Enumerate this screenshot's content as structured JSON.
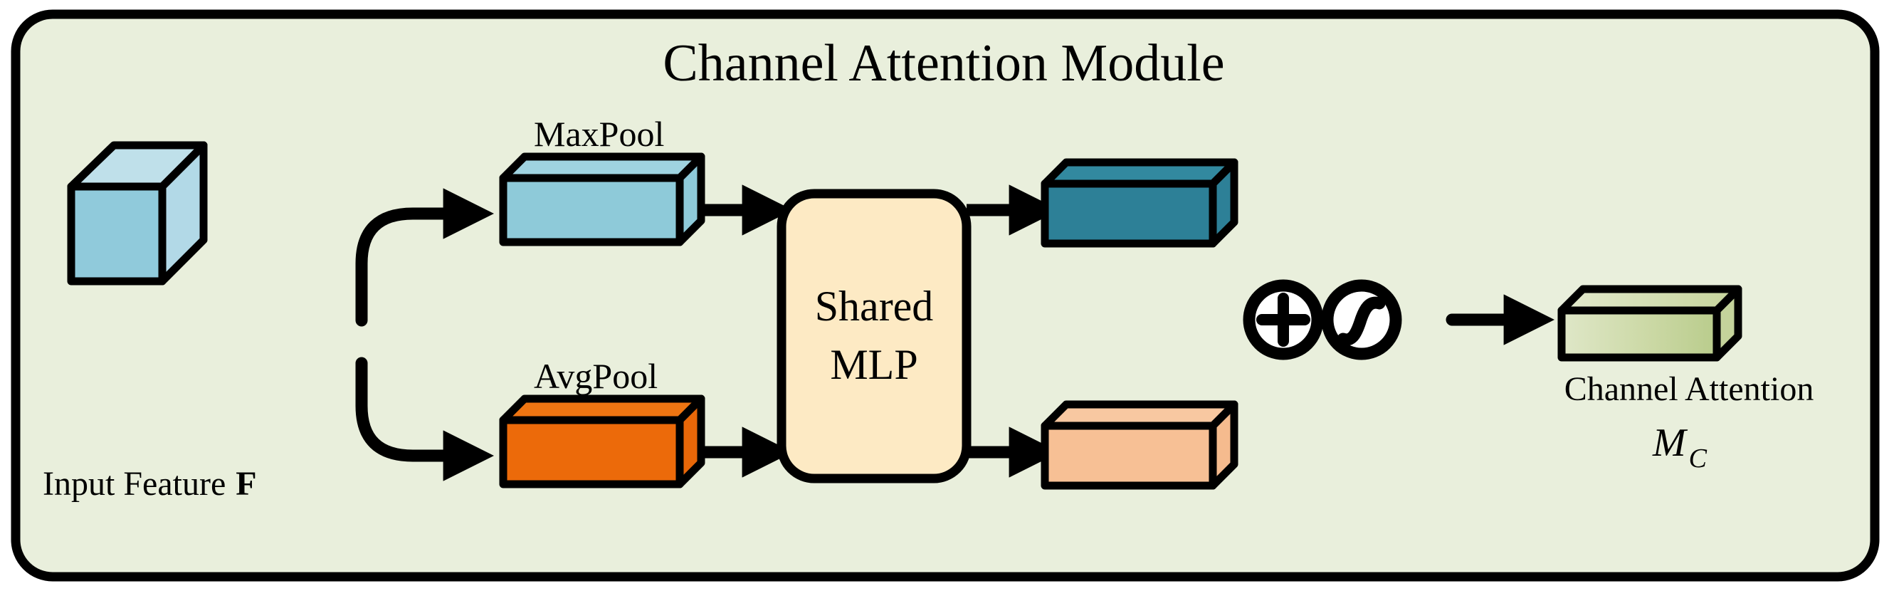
{
  "figure": {
    "title": "Channel Attention Module",
    "background_color": "#e9efdc",
    "border_color": "#000000",
    "page_background": "#ffffff"
  },
  "input": {
    "label_text": "Input Feature ",
    "label_symbol": "F",
    "cube_name": "input-feature-cube",
    "front_color": "#90cadb",
    "top_color": "#bfe0ea",
    "side_color": "#b2d9e7",
    "outline_color": "#000000"
  },
  "branches": [
    {
      "id": "maxpool",
      "label": "MaxPool",
      "front_color": "#8ecad9",
      "top_color": "#9fd3e0",
      "side_color": "#8ecad9"
    },
    {
      "id": "avgpool",
      "label": "AvgPool",
      "front_color": "#ec6a0a",
      "top_color": "#ee7512",
      "side_color": "#e86708"
    }
  ],
  "mlp": {
    "line1": "Shared",
    "line2": "MLP",
    "fill_color": "#fdeac4",
    "border_color": "#000000"
  },
  "mlp_outputs": [
    {
      "id": "maxpool-descriptor",
      "front_color": "#2d8097",
      "top_color": "#32899f",
      "side_color": "#2d8097"
    },
    {
      "id": "avgpool-descriptor",
      "front_color": "#f7c095",
      "top_color": "#f8c8a1",
      "side_color": "#f5bb8e"
    }
  ],
  "operators": [
    {
      "id": "add",
      "glyph": "plus",
      "title": "element-wise addition"
    },
    {
      "id": "sigmoid",
      "glyph": "sigmoid",
      "title": "sigmoid activation"
    }
  ],
  "output": {
    "caption_line1": "Channel Attention",
    "symbol": "M",
    "subscript": "C",
    "gradient_start": "#dde5c2",
    "gradient_end": "#b9cc8c",
    "top_color": "#cddaa8",
    "side_color": "#c4d39b"
  },
  "arrows": {
    "color": "#000000",
    "stroke_width": 16
  }
}
